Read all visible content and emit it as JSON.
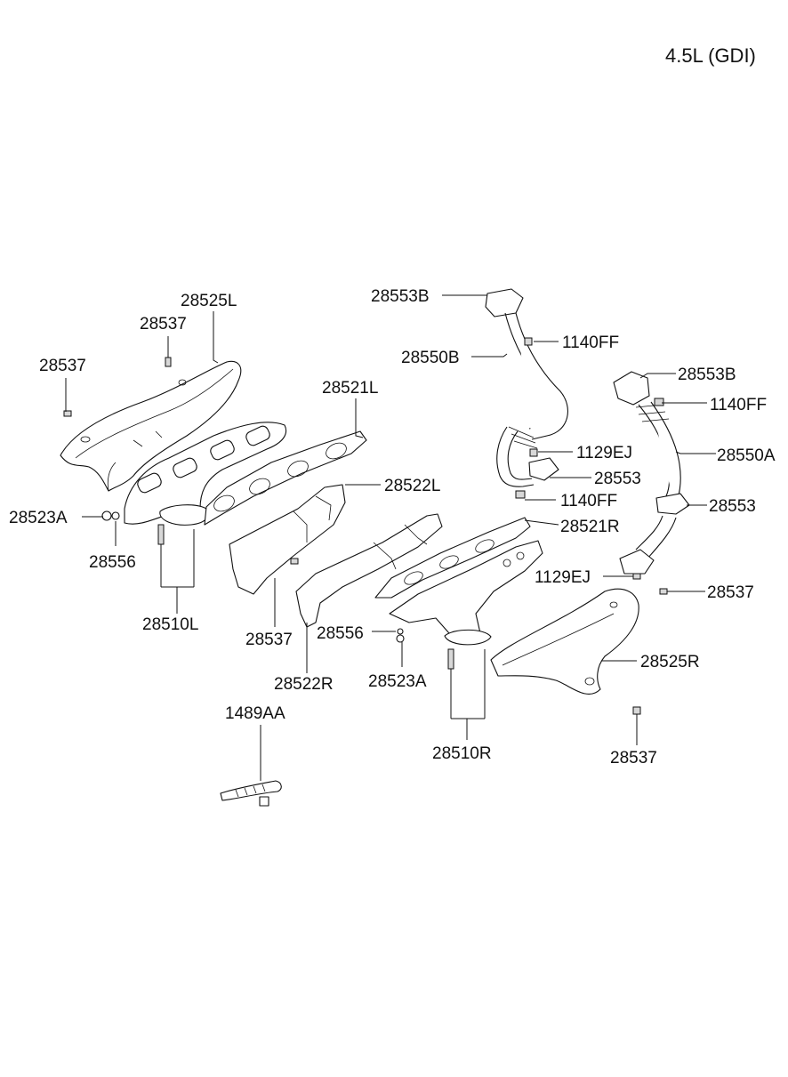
{
  "title": "4.5L (GDI)",
  "labels": {
    "p28525L": "28525L",
    "p28537_a": "28537",
    "p28537_b": "28537",
    "p28521L": "28521L",
    "p28522L": "28522L",
    "p28523A_left": "28523A",
    "p28556_left": "28556",
    "p28510L": "28510L",
    "p28537_c": "28537",
    "p28522R": "28522R",
    "p28556_right": "28556",
    "p28523A_right": "28523A",
    "p28510R": "28510R",
    "p1489AA": "1489AA",
    "p28553B_top": "28553B",
    "p1140FF_a": "1140FF",
    "p28550B": "28550B",
    "p28553B_right": "28553B",
    "p1140FF_b": "1140FF",
    "p1129EJ_a": "1129EJ",
    "p28553_a": "28553",
    "p28550A": "28550A",
    "p1140FF_c": "1140FF",
    "p28553_b": "28553",
    "p28521R": "28521R",
    "p1129EJ_b": "1129EJ",
    "p28537_d": "28537",
    "p28525R": "28525R",
    "p28537_e": "28537"
  }
}
